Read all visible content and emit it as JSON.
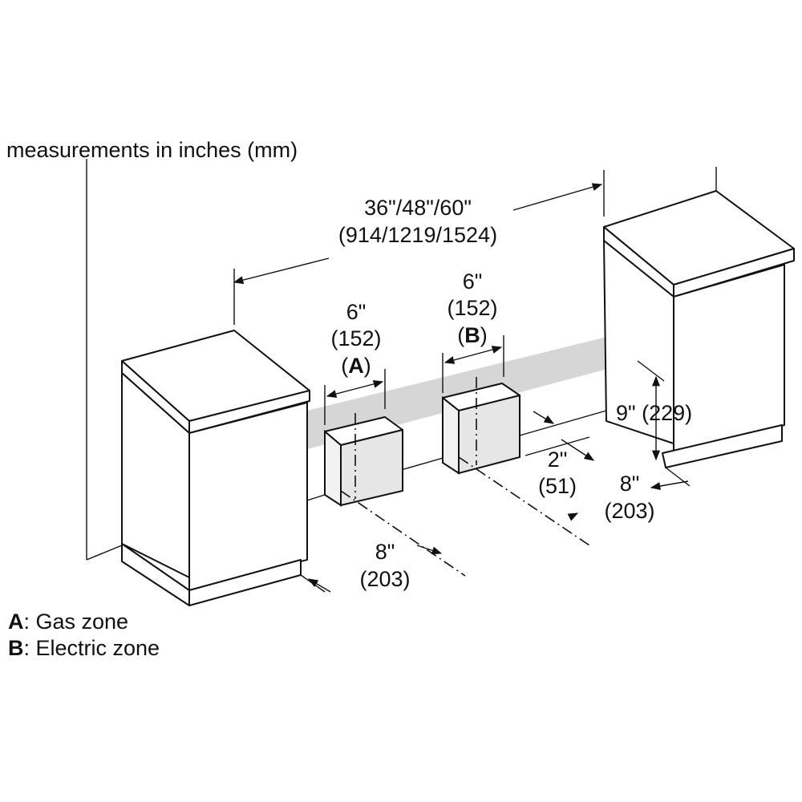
{
  "header": {
    "note": "measurements in inches (mm)"
  },
  "dimensions": {
    "overall_width_in": "36\"/48\"/60\"",
    "overall_width_mm": "(914/1219/1524)",
    "zone_a_width_in": "6\"",
    "zone_a_width_mm": "(152)",
    "zone_a_tag": "A",
    "zone_b_width_in": "6\"",
    "zone_b_width_mm": "(152)",
    "zone_b_tag": "B",
    "height": "9\" (229)",
    "offset_in": "2\"",
    "offset_mm": "(51)",
    "depth_left_in": "8\"",
    "depth_left_mm": "(203)",
    "depth_right_in": "8\"",
    "depth_right_mm": "(203)"
  },
  "legend": {
    "items": [
      {
        "key": "A",
        "text": ": Gas zone"
      },
      {
        "key": "B",
        "text": ": Electric zone"
      }
    ]
  }
}
